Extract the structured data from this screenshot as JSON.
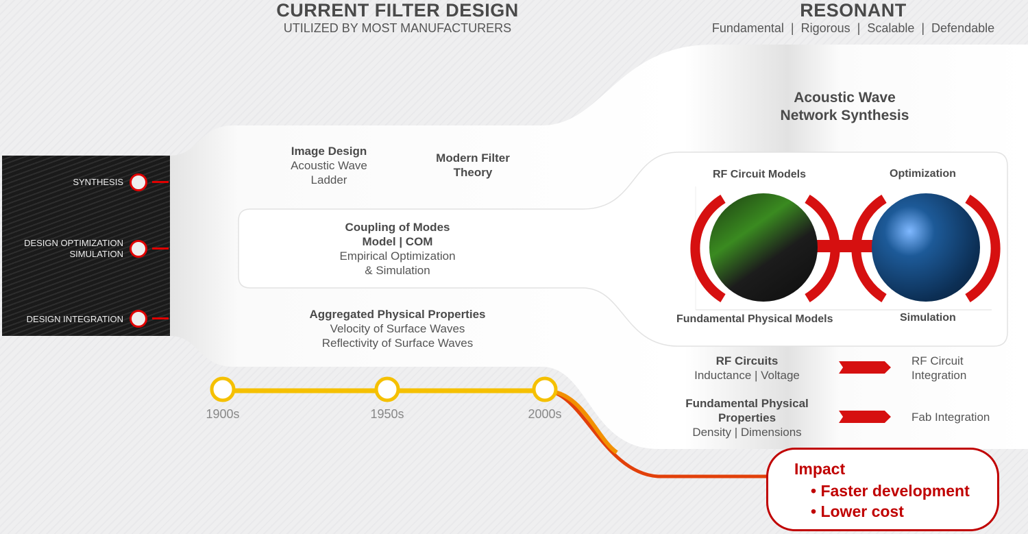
{
  "current": {
    "title": "CURRENT FILTER DESIGN",
    "subtitle": "UTILIZED BY MOST MANUFACTURERS"
  },
  "resonant": {
    "title": "RESONANT",
    "subtitle": "Fundamental  |  Rigorous  |  Scalable  |  Defendable"
  },
  "stages": {
    "synthesis": "SYNTHESIS",
    "optimization": [
      "DESIGN OPTIMIZATION",
      "SIMULATION"
    ],
    "integration": "DESIGN INTEGRATION"
  },
  "current_blocks": {
    "image_design": {
      "title": "Image Design",
      "lines": [
        "Acoustic Wave",
        "Ladder"
      ]
    },
    "modern_filter": {
      "lines": [
        "Modern Filter",
        "Theory"
      ]
    },
    "com": {
      "title_lines": [
        "Coupling of Modes",
        "Model | COM"
      ],
      "lines": [
        "Empirical Optimization",
        "& Simulation"
      ]
    },
    "aggregated": {
      "title": "Aggregated Physical Properties",
      "lines": [
        "Velocity of Surface Waves",
        "Reflectivity of Surface Waves"
      ]
    }
  },
  "resonant_blocks": {
    "synthesis": [
      "Acoustic Wave",
      "Network Synthesis"
    ],
    "rf_circuit_models": "RF Circuit Models",
    "optimization": "Optimization",
    "fundamental_physical_models": "Fundamental Physical Models",
    "simulation": "Simulation",
    "rf_circuits": {
      "title": "RF Circuits",
      "detail": "Inductance | Voltage",
      "result": [
        "RF Circuit",
        "Integration"
      ]
    },
    "fundamental_properties": {
      "title_lines": [
        "Fundamental Physical",
        "Properties"
      ],
      "detail": "Density | Dimensions",
      "result": "Fab Integration"
    }
  },
  "timeline": [
    "1900s",
    "1950s",
    "2000s"
  ],
  "impact": {
    "title": "Impact",
    "items": [
      "Faster development",
      "Lower cost"
    ]
  },
  "colors": {
    "accent_red": "#c00000",
    "timeline_yellow": "#f5c000",
    "timeline_orange": "#f29000"
  }
}
